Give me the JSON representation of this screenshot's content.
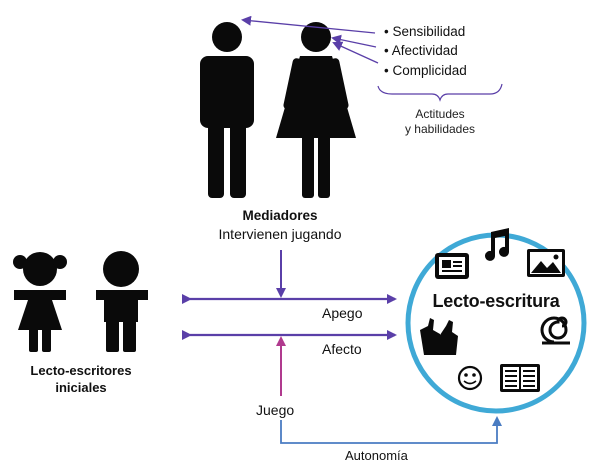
{
  "mediators": {
    "attributes": [
      "• Sensibilidad",
      "• Afectividad",
      "• Complicidad"
    ],
    "attributes_caption": [
      "Actitudes",
      "y habilidades"
    ],
    "title": "Mediadores",
    "subtitle": "Intervienen jugando"
  },
  "learners": {
    "title_lines": [
      "Lecto-escritores",
      "iniciales"
    ]
  },
  "links": {
    "apego": "Apego",
    "afecto": "Afecto",
    "juego": "Juego",
    "autonomia": "Autonomía"
  },
  "target": {
    "title": "Lecto-escritura"
  },
  "colors": {
    "purple_arrow": "#5a3fa8",
    "magenta_arrow": "#b03a8e",
    "blue_arrow": "#4a7cc2",
    "circle_border": "#3fa9d6",
    "figure": "#0a0a0a"
  },
  "icons": [
    "id-card-icon",
    "music-note-icon",
    "landscape-image-icon",
    "clapping-hands-icon",
    "snail-spiral-icon",
    "smiley-face-icon",
    "open-book-icon"
  ]
}
